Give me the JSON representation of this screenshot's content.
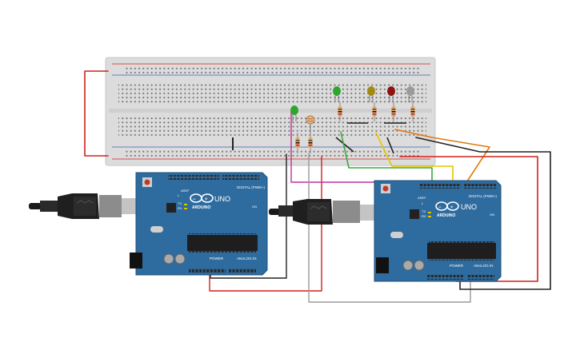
{
  "boards": [
    {
      "brand": "ARDUINO",
      "model": "UNO",
      "digital_label": "DIGITAL (PWM~)",
      "power_label": "POWER",
      "analog_label": "ANALOG IN",
      "tx": "TX",
      "rx": "RX",
      "l": "L",
      "on": "ON",
      "aref": "AREF"
    },
    {
      "brand": "ARDUINO",
      "model": "UNO",
      "digital_label": "DIGITAL (PWM~)",
      "power_label": "POWER",
      "analog_label": "ANALOG IN",
      "tx": "TX",
      "rx": "RX",
      "l": "L",
      "on": "ON",
      "aref": "AREF"
    }
  ],
  "leds": [
    {
      "name": "green-led-1",
      "color": "#2fa52f"
    },
    {
      "name": "green-led-2",
      "color": "#2fa52f"
    },
    {
      "name": "yellow-led",
      "color": "#a08a12"
    },
    {
      "name": "red-led",
      "color": "#8e1212"
    },
    {
      "name": "white-led",
      "color": "#9a9a9a"
    }
  ],
  "wire_colors": {
    "red": "#d0201c",
    "black": "#222222",
    "green": "#3aa83a",
    "yellow": "#e6c400",
    "orange": "#e07a10",
    "magenta": "#c0309a",
    "gray": "#9a9a9a"
  },
  "board_color": "#2e6b9e"
}
